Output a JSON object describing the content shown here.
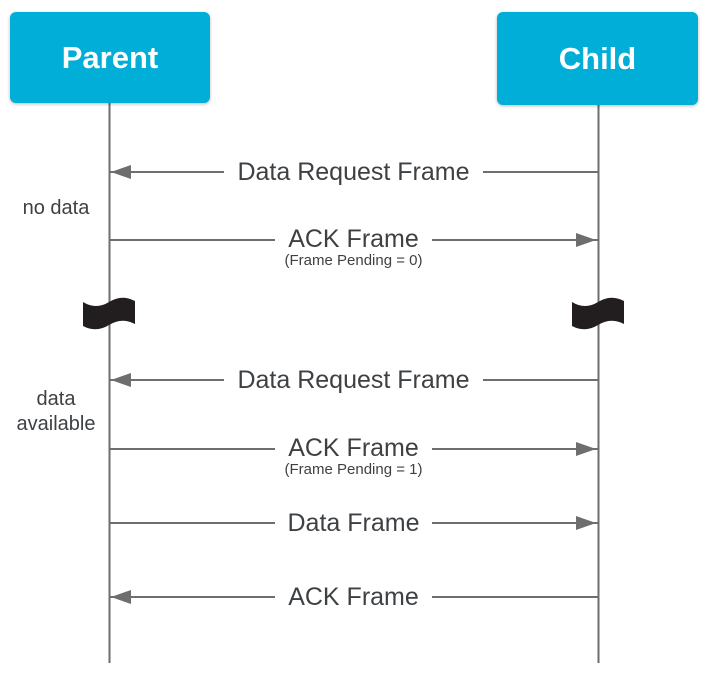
{
  "actors": [
    {
      "label": "Parent"
    },
    {
      "label": "Child"
    }
  ],
  "side_notes": [
    {
      "label": "no data"
    },
    {
      "label": "data available"
    }
  ],
  "messages": [
    {
      "label": "Data Request Frame",
      "from": "Child",
      "to": "Parent"
    },
    {
      "label": "ACK Frame",
      "sublabel": "(Frame Pending = 0)",
      "from": "Parent",
      "to": "Child"
    },
    {
      "label": "Data Request Frame",
      "from": "Child",
      "to": "Parent"
    },
    {
      "label": "ACK Frame",
      "sublabel": "(Frame Pending = 1)",
      "from": "Parent",
      "to": "Child"
    },
    {
      "label": "Data Frame",
      "from": "Parent",
      "to": "Child"
    },
    {
      "label": "ACK Frame",
      "from": "Child",
      "to": "Parent"
    }
  ],
  "icons": [
    {
      "name": "flag-icon",
      "meaning": "black waving flag marker on each lifeline"
    }
  ],
  "colors": {
    "actor_fill": "#00aed8",
    "actor_text": "#ffffff",
    "line": "#6e6e6e",
    "text": "#3e4144",
    "flag": "#221e1f"
  }
}
